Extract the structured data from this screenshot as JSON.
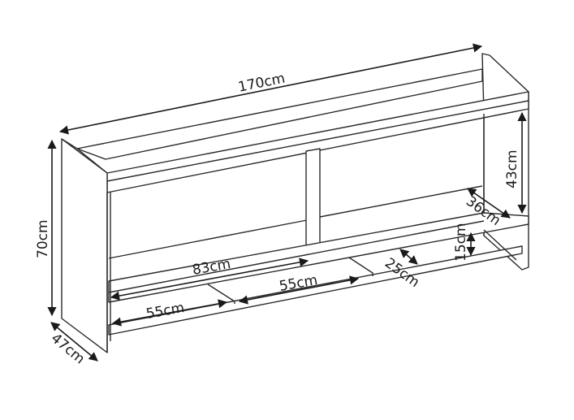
{
  "dimensions": {
    "width": "170cm",
    "height": "70cm",
    "depth": "47cm",
    "upper_height": "43cm",
    "upper_depth": "36cm",
    "shelf_span": "83cm",
    "middle_drawer": "55cm",
    "left_drawer": "55cm",
    "right_depth": "25cm",
    "right_height": "15cm"
  },
  "colors": {
    "line": "#2a2a2a",
    "background": "#ffffff"
  }
}
